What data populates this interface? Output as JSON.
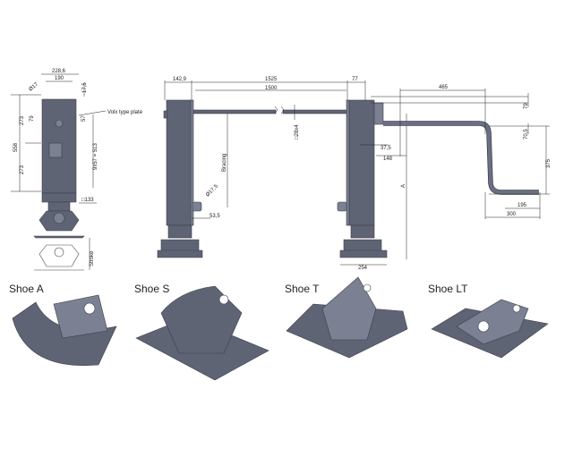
{
  "front_view": {
    "dims": {
      "width_outer": "228,6",
      "width_inner": "190",
      "top_offset": "17,5",
      "hole_dia": "Ø17",
      "total_height": "558",
      "upper_span": "273",
      "lower_span": "273",
      "offset_79": "79",
      "offset_57": "57",
      "hole_pattern": "9x57 = 513",
      "tube": "□133",
      "stroke": "Stroke"
    },
    "callout": "Volx type plate"
  },
  "side_view": {
    "dims": {
      "left_offset": "142,9",
      "span_outer": "1525",
      "span_inner": "1500",
      "right_offset": "77",
      "bar_section": "□28x4",
      "bracing": "Bracing",
      "pin_dia": "Ø17,5",
      "pin_offset": "53,5",
      "d375": "37,5",
      "d148": "148",
      "base_width": "254",
      "height_a": "A"
    }
  },
  "crank": {
    "dims": {
      "reach": "465",
      "d79": "79",
      "d70": "70,5",
      "drop": "375",
      "handle": "195",
      "handle_outer": "300"
    }
  },
  "shoes": [
    {
      "label": "Shoe A"
    },
    {
      "label": "Shoe S"
    },
    {
      "label": "Shoe T"
    },
    {
      "label": "Shoe LT"
    }
  ]
}
